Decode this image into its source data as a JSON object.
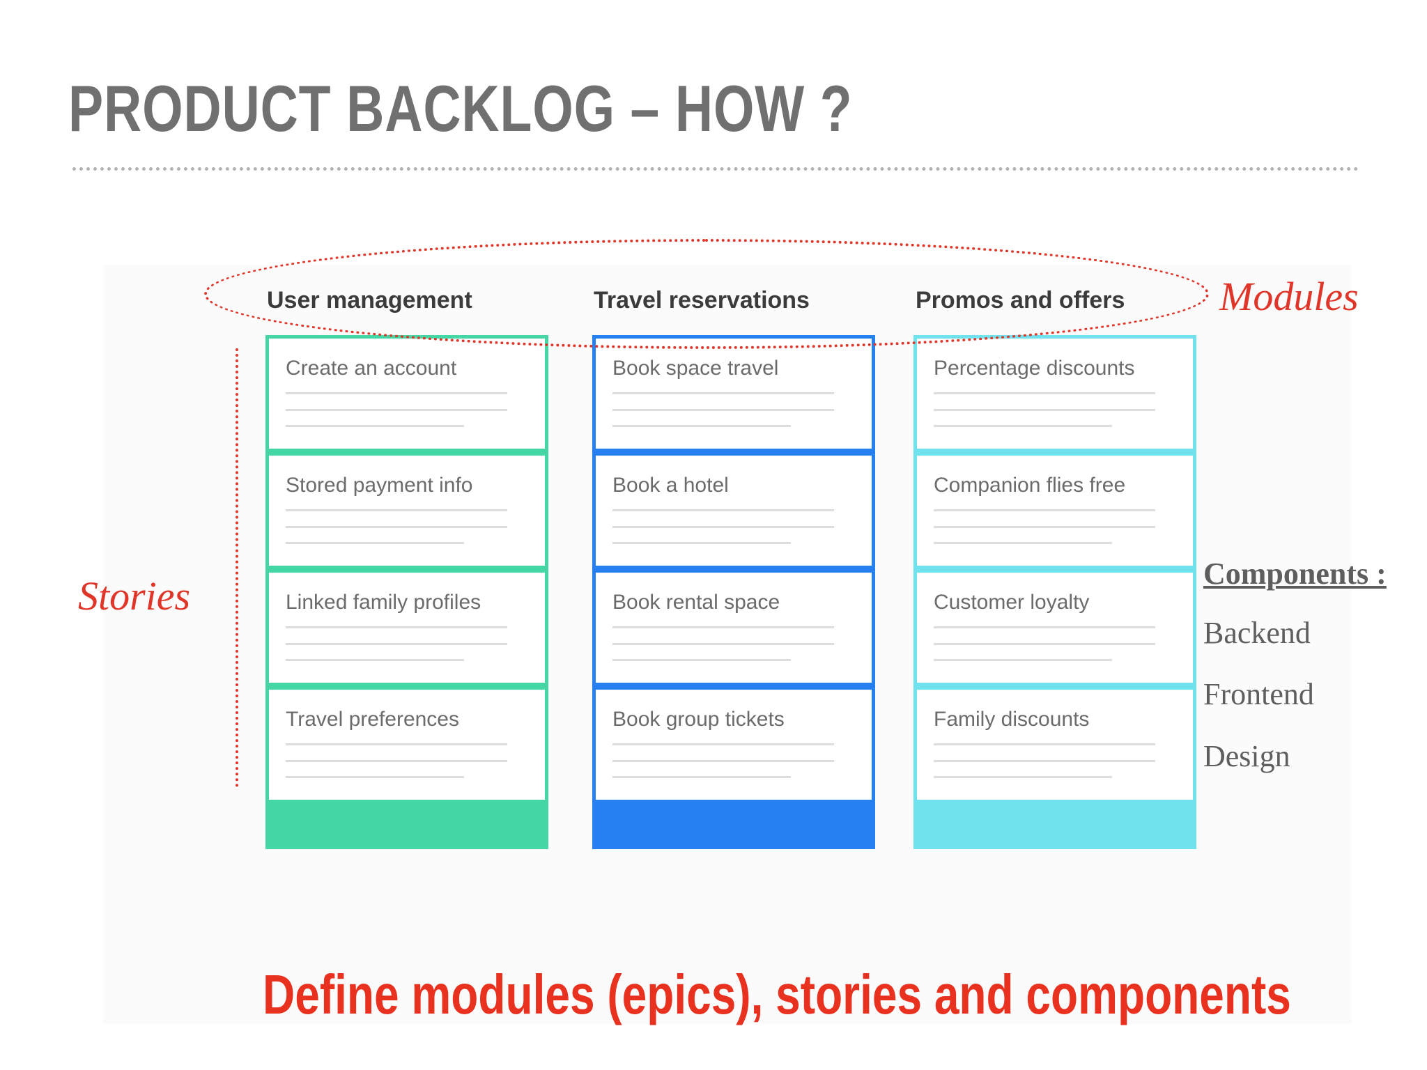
{
  "slide": {
    "title": "PRODUCT BACKLOG – HOW ?",
    "caption": "Define modules (epics), stories and components"
  },
  "annotations": {
    "modules_label": "Modules",
    "stories_label": "Stories"
  },
  "components": {
    "title": "Components :",
    "items": [
      "Backend",
      "Frontend",
      "Design"
    ]
  },
  "columns": [
    {
      "title": "User management",
      "color": "#45d6a6",
      "stories": [
        "Create an account",
        "Stored payment info",
        "Linked family profiles",
        "Travel preferences"
      ]
    },
    {
      "title": "Travel reservations",
      "color": "#2680f0",
      "stories": [
        "Book space travel",
        "Book a hotel",
        "Book rental space",
        "Book group tickets"
      ]
    },
    {
      "title": "Promos and offers",
      "color": "#6fe2ee",
      "stories": [
        "Percentage discounts",
        "Companion flies free",
        "Customer loyalty",
        "Family discounts"
      ]
    }
  ],
  "colors": {
    "accent_red": "#e0362a",
    "title_gray": "#707070"
  }
}
